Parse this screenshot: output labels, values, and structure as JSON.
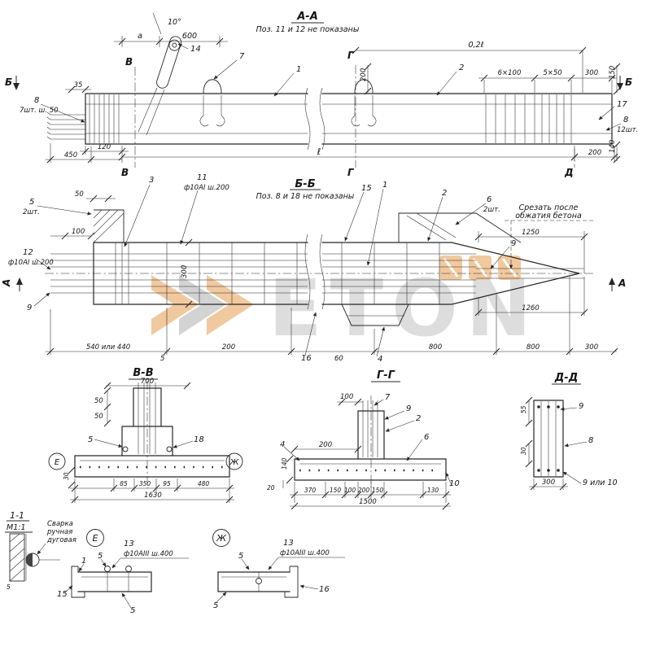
{
  "watermark": {
    "brand": "ETON"
  },
  "views": {
    "aa": {
      "title": "А-А",
      "note": "Поз. 11 и 12 не показаны"
    },
    "bb": {
      "title": "Б-Б",
      "note": "Поз. 8 и 18 не показаны"
    },
    "vv": {
      "title": "В-В"
    },
    "gg": {
      "title": "Г-Г"
    },
    "dd": {
      "title": "Д-Д"
    },
    "w11": {
      "title": "1-1",
      "scale": "М1:1"
    }
  },
  "sec": {
    "a": "А",
    "b": "Б",
    "v": "В",
    "g": "Г",
    "d": "Д",
    "e": "Е",
    "zh": "Ж"
  },
  "pos": {
    "p1": "1",
    "p2": "2",
    "p3": "3",
    "p4": "4",
    "p5": "5",
    "p6": "6",
    "p7": "7",
    "p8": "8",
    "p9": "9",
    "p10": "10",
    "p11": "11",
    "p12": "12",
    "p13": "13",
    "p14": "14",
    "p15": "15",
    "p16": "16",
    "p17": "17",
    "p18": "18"
  },
  "dims": {
    "d5": "5",
    "d20": "20",
    "d30": "30",
    "d35": "35",
    "d50": "50",
    "d55": "55",
    "d60": "60",
    "d85": "85",
    "d95": "95",
    "d100": "100",
    "d120": "120",
    "d130": "130",
    "d140": "140",
    "d150": "150",
    "d200": "200",
    "d300": "300",
    "d350": "350",
    "d370": "370",
    "d450": "450",
    "d480": "480",
    "d600": "600",
    "d700": "700",
    "d800": "800",
    "d1250": "1250",
    "d1260": "1260",
    "d1500": "1500",
    "d1630": "1630",
    "s6x100": "6×100",
    "s5x50": "5×50",
    "len02": "0,2ℓ",
    "len": "ℓ",
    "or540": "540 или 440",
    "or910": "9 или 10",
    "deg10": "10°",
    "ax_a": "а"
  },
  "notes": {
    "qty2": "2шт.",
    "qty7_50": "7шт. ш. 50",
    "qty12": "12шт.",
    "rebar_a1": "ф10АI ш.200",
    "rebar_a3": "ф10АIII ш.400",
    "cut1": "Срезать после",
    "cut2": "обжатия бетона",
    "weld1": "Сварка",
    "weld2": "ручная",
    "weld3": "дуговая"
  }
}
